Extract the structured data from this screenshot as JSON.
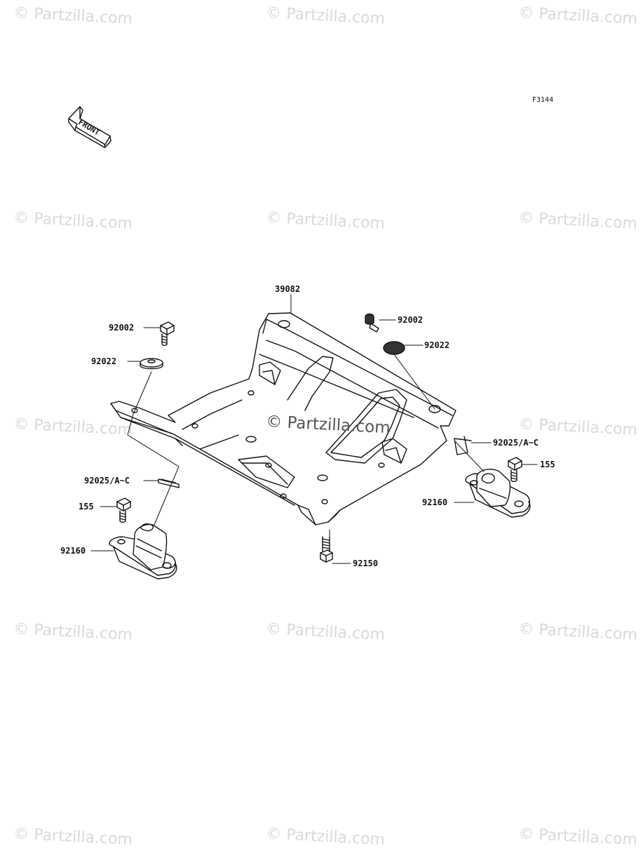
{
  "diagram": {
    "code": "F3144",
    "front_label": "FRONT",
    "watermark": "© Partzilla.com",
    "center_watermark": "© Partzilla.com",
    "parts": [
      {
        "id": "p39082",
        "label": "39082"
      },
      {
        "id": "p92002_left",
        "label": "92002"
      },
      {
        "id": "p92002_right",
        "label": "92002"
      },
      {
        "id": "p92022_left",
        "label": "92022"
      },
      {
        "id": "p92022_right",
        "label": "92022"
      },
      {
        "id": "p92025_left",
        "label": "92025/A~C"
      },
      {
        "id": "p92025_right",
        "label": "92025/A~C"
      },
      {
        "id": "p155_left",
        "label": "155"
      },
      {
        "id": "p155_right",
        "label": "155"
      },
      {
        "id": "p92160_left",
        "label": "92160"
      },
      {
        "id": "p92160_right",
        "label": "92160"
      },
      {
        "id": "p92150",
        "label": "92150"
      }
    ]
  }
}
